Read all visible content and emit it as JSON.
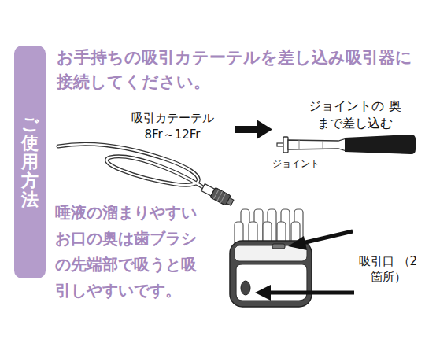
{
  "diagram": {
    "nodes": [
      {
        "text": [
          "ご使用方法"
        ]
      }
    ],
    "labels": [
      "お手持ちの吸引カテーテルを差し込み吸引器に 接続してください。",
      "吸引カテーテル 8Fr～12Fr",
      "ジョイントの 奥まで差し込む",
      "ジョイント",
      "唾液の溜まりやすい お口の奥は歯ブラシ の先端部で吸うと吸 引しやすいです。",
      "吸引口 （2箇所）"
    ]
  }
}
